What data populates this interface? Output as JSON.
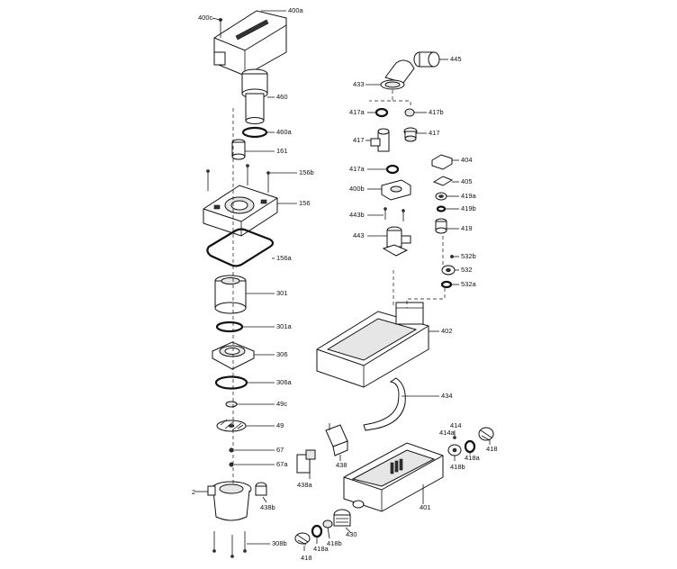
{
  "labels": {
    "p400c": "400c",
    "p400a": "400a",
    "p460": "460",
    "p460a": "460a",
    "p161": "161",
    "p156b": "156b",
    "p156": "156",
    "p156a": "156a",
    "p301": "301",
    "p301a": "301a",
    "p306": "306",
    "p306a": "306a",
    "p49c": "49c",
    "p49": "49",
    "p67": "67",
    "p67a": "67a",
    "p2": "2",
    "p308b": "308b",
    "p438b": "438b",
    "p438a": "438a",
    "p438": "438",
    "p418_bottom": "418",
    "p418a_bottom": "418a",
    "p418b_bottom": "418b",
    "p430": "430",
    "p401": "401",
    "p414": "414",
    "p414a": "414a",
    "p418b_right": "418b",
    "p418a_right": "418a",
    "p418_right": "418",
    "p445": "445",
    "p433": "433",
    "p417a_l1": "417a",
    "p417b": "417b",
    "p417_l": "417",
    "p417_r": "417",
    "p417a_l2": "417a",
    "p404": "404",
    "p405": "405",
    "p419a": "419a",
    "p419b": "419b",
    "p419": "419",
    "p400b": "400b",
    "p443b": "443b",
    "p443": "443",
    "p532b": "532b",
    "p532": "532",
    "p532a": "532a",
    "p402": "402",
    "p434": "434"
  },
  "colors": {
    "line": "#111111",
    "background": "#ffffff",
    "shade": "#e6e6e6"
  }
}
